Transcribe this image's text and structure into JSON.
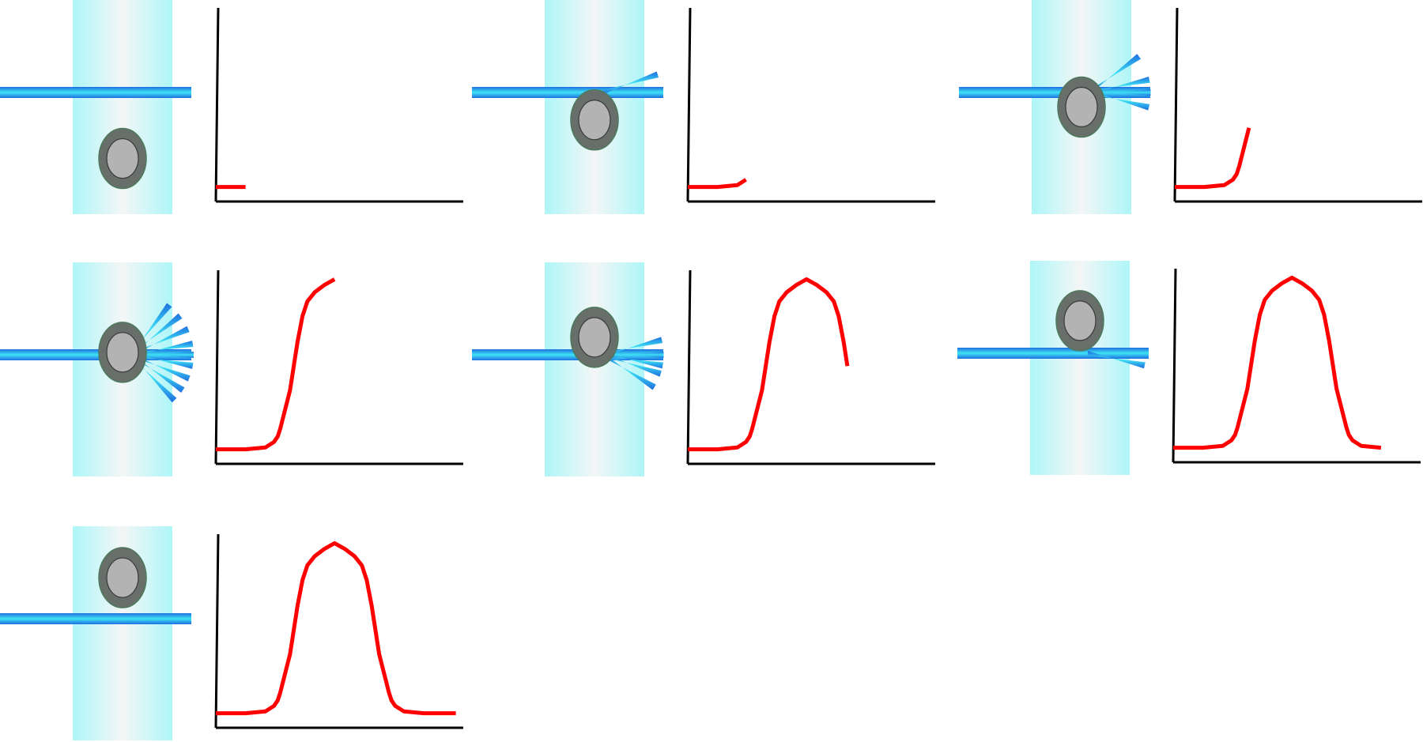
{
  "colors": {
    "background": "#ffffff",
    "channel_edge": "#aef6f8",
    "channel_center": "#f4f6f6",
    "beam_core": "#3fe3f5",
    "beam_edge": "#1d6fe0",
    "particle_outer": "#686e6a",
    "particle_inner": "#b3b3b3",
    "particle_stroke": "#4c7a5c",
    "axis": "#000000",
    "signal": "#ff0000"
  },
  "icons": {
    "particle": "particle-icon",
    "laser_beam": "laser-beam-icon",
    "flow_channel": "flow-channel-icon"
  },
  "signal_profile": {
    "x_range": [
      0,
      1
    ],
    "y_range": [
      0,
      1
    ],
    "points": [
      [
        0.0,
        0.04
      ],
      [
        0.12,
        0.04
      ],
      [
        0.2,
        0.05
      ],
      [
        0.235,
        0.08
      ],
      [
        0.25,
        0.11
      ],
      [
        0.26,
        0.15
      ],
      [
        0.3,
        0.36
      ],
      [
        0.33,
        0.62
      ],
      [
        0.35,
        0.76
      ],
      [
        0.37,
        0.84
      ],
      [
        0.4,
        0.89
      ],
      [
        0.44,
        0.93
      ],
      [
        0.48,
        0.96
      ],
      [
        0.52,
        0.93
      ],
      [
        0.56,
        0.89
      ],
      [
        0.59,
        0.84
      ],
      [
        0.61,
        0.76
      ],
      [
        0.63,
        0.62
      ],
      [
        0.66,
        0.36
      ],
      [
        0.7,
        0.15
      ],
      [
        0.71,
        0.11
      ],
      [
        0.725,
        0.08
      ],
      [
        0.76,
        0.05
      ],
      [
        0.84,
        0.04
      ],
      [
        0.97,
        0.04
      ]
    ]
  },
  "panels": [
    {
      "id": "step-1",
      "particle_y": 0.74,
      "scatter": 0,
      "rays": [],
      "signal_end": 0.12
    },
    {
      "id": "step-2",
      "particle_y": 0.56,
      "scatter": 0.35,
      "rays": [
        -18
      ],
      "signal_end": 0.235
    },
    {
      "id": "step-3",
      "particle_y": 0.5,
      "scatter": 0.75,
      "rays": [
        -36,
        -12,
        0,
        14
      ],
      "signal_end": 0.3
    },
    {
      "id": "step-4",
      "particle_y": 0.42,
      "scatter": 1.0,
      "rays": [
        -52,
        -38,
        -24,
        -10,
        0,
        10,
        22,
        34,
        46
      ],
      "signal_end": 0.48
    },
    {
      "id": "step-5",
      "particle_y": 0.35,
      "scatter": 0.75,
      "rays": [
        -14,
        0,
        10,
        18,
        32
      ],
      "signal_end": 0.645
    },
    {
      "id": "step-6",
      "particle_y": 0.28,
      "scatter": 0.35,
      "rays": [
        12
      ],
      "signal_end": 0.84
    },
    {
      "id": "step-7",
      "particle_y": 0.24,
      "scatter": 0,
      "rays": [],
      "signal_end": 0.97
    }
  ]
}
